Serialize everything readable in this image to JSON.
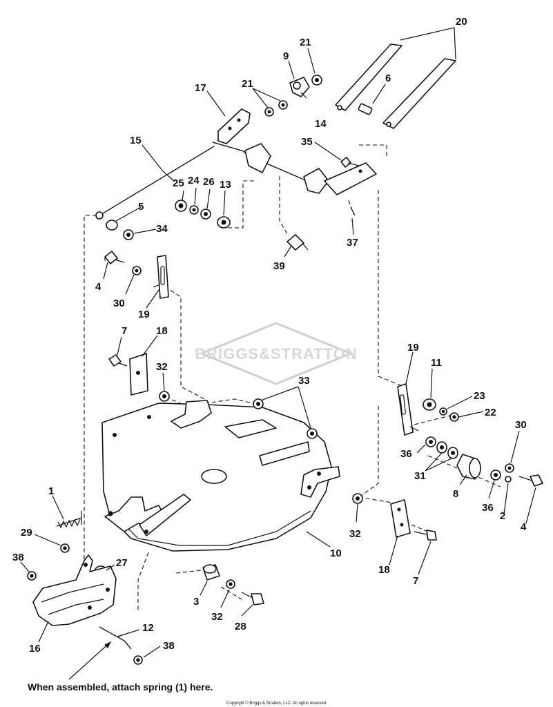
{
  "diagram": {
    "watermark": "BRIGGS&STRATTON",
    "note": "When assembled, attach spring (1) here.",
    "copyright": "Copyright © Briggs & Stratton, LLC. All rights reserved.",
    "callouts": {
      "c1": "1",
      "c2": "2",
      "c3": "3",
      "c4a": "4",
      "c4b": "4",
      "c5": "5",
      "c6": "6",
      "c7a": "7",
      "c7b": "7",
      "c8": "8",
      "c9": "9",
      "c10": "10",
      "c11": "11",
      "c12": "12",
      "c13": "13",
      "c14": "14",
      "c15": "15",
      "c16": "16",
      "c17": "17",
      "c18a": "18",
      "c18b": "18",
      "c19a": "19",
      "c19b": "19",
      "c20": "20",
      "c21a": "21",
      "c21b": "21",
      "c22": "22",
      "c23": "23",
      "c24": "24",
      "c25": "25",
      "c26": "26",
      "c27": "27",
      "c28": "28",
      "c29": "29",
      "c30a": "30",
      "c30b": "30",
      "c31": "31",
      "c32a": "32",
      "c32b": "32",
      "c32c": "32",
      "c33": "33",
      "c34": "34",
      "c35": "35",
      "c36a": "36",
      "c36b": "36",
      "c37": "37",
      "c38a": "38",
      "c38b": "38",
      "c39": "39"
    }
  }
}
